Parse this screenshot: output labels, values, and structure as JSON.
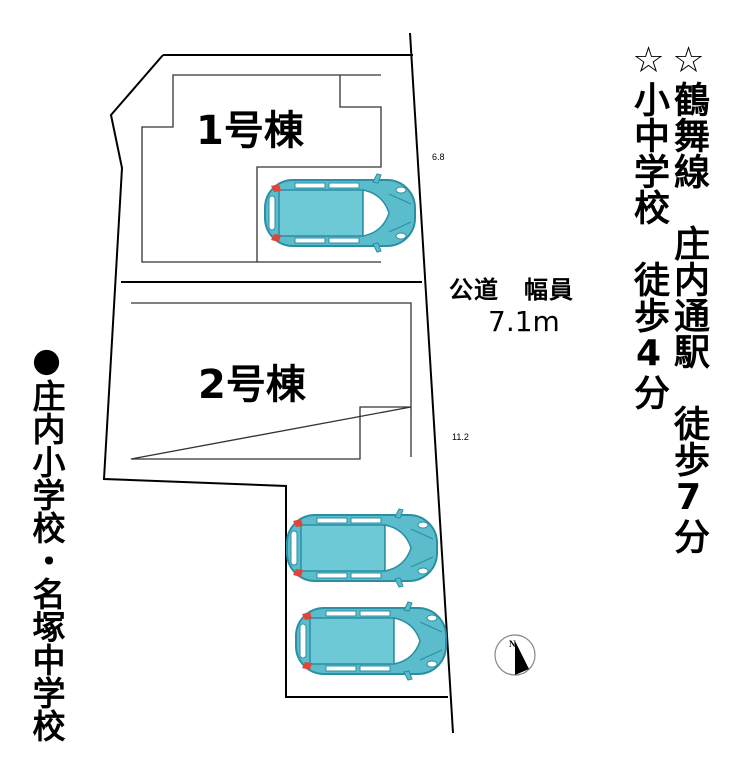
{
  "lots": [
    {
      "label": "1号棟"
    },
    {
      "label": "2号棟"
    }
  ],
  "road": {
    "label": "公道　幅員",
    "width": "7.1m"
  },
  "dimensions": {
    "top_frontage": "6.8",
    "bottom_frontage": "11.2"
  },
  "access_info": {
    "station": "☆鶴舞線　庄内通駅　徒歩7分",
    "school_walk": "☆小中学校　徒歩4分"
  },
  "school_district": "●庄内小学校・名塚中学校",
  "compass": {
    "label": "N"
  },
  "colors": {
    "car_body": "#5bbccc",
    "car_outline": "#2a8fa3",
    "lines": "#000000",
    "tail_light": "#e0443a"
  },
  "parking": [
    {
      "lot": "1号棟",
      "cars": 1
    },
    {
      "lot": "2号棟",
      "cars": 2
    }
  ]
}
